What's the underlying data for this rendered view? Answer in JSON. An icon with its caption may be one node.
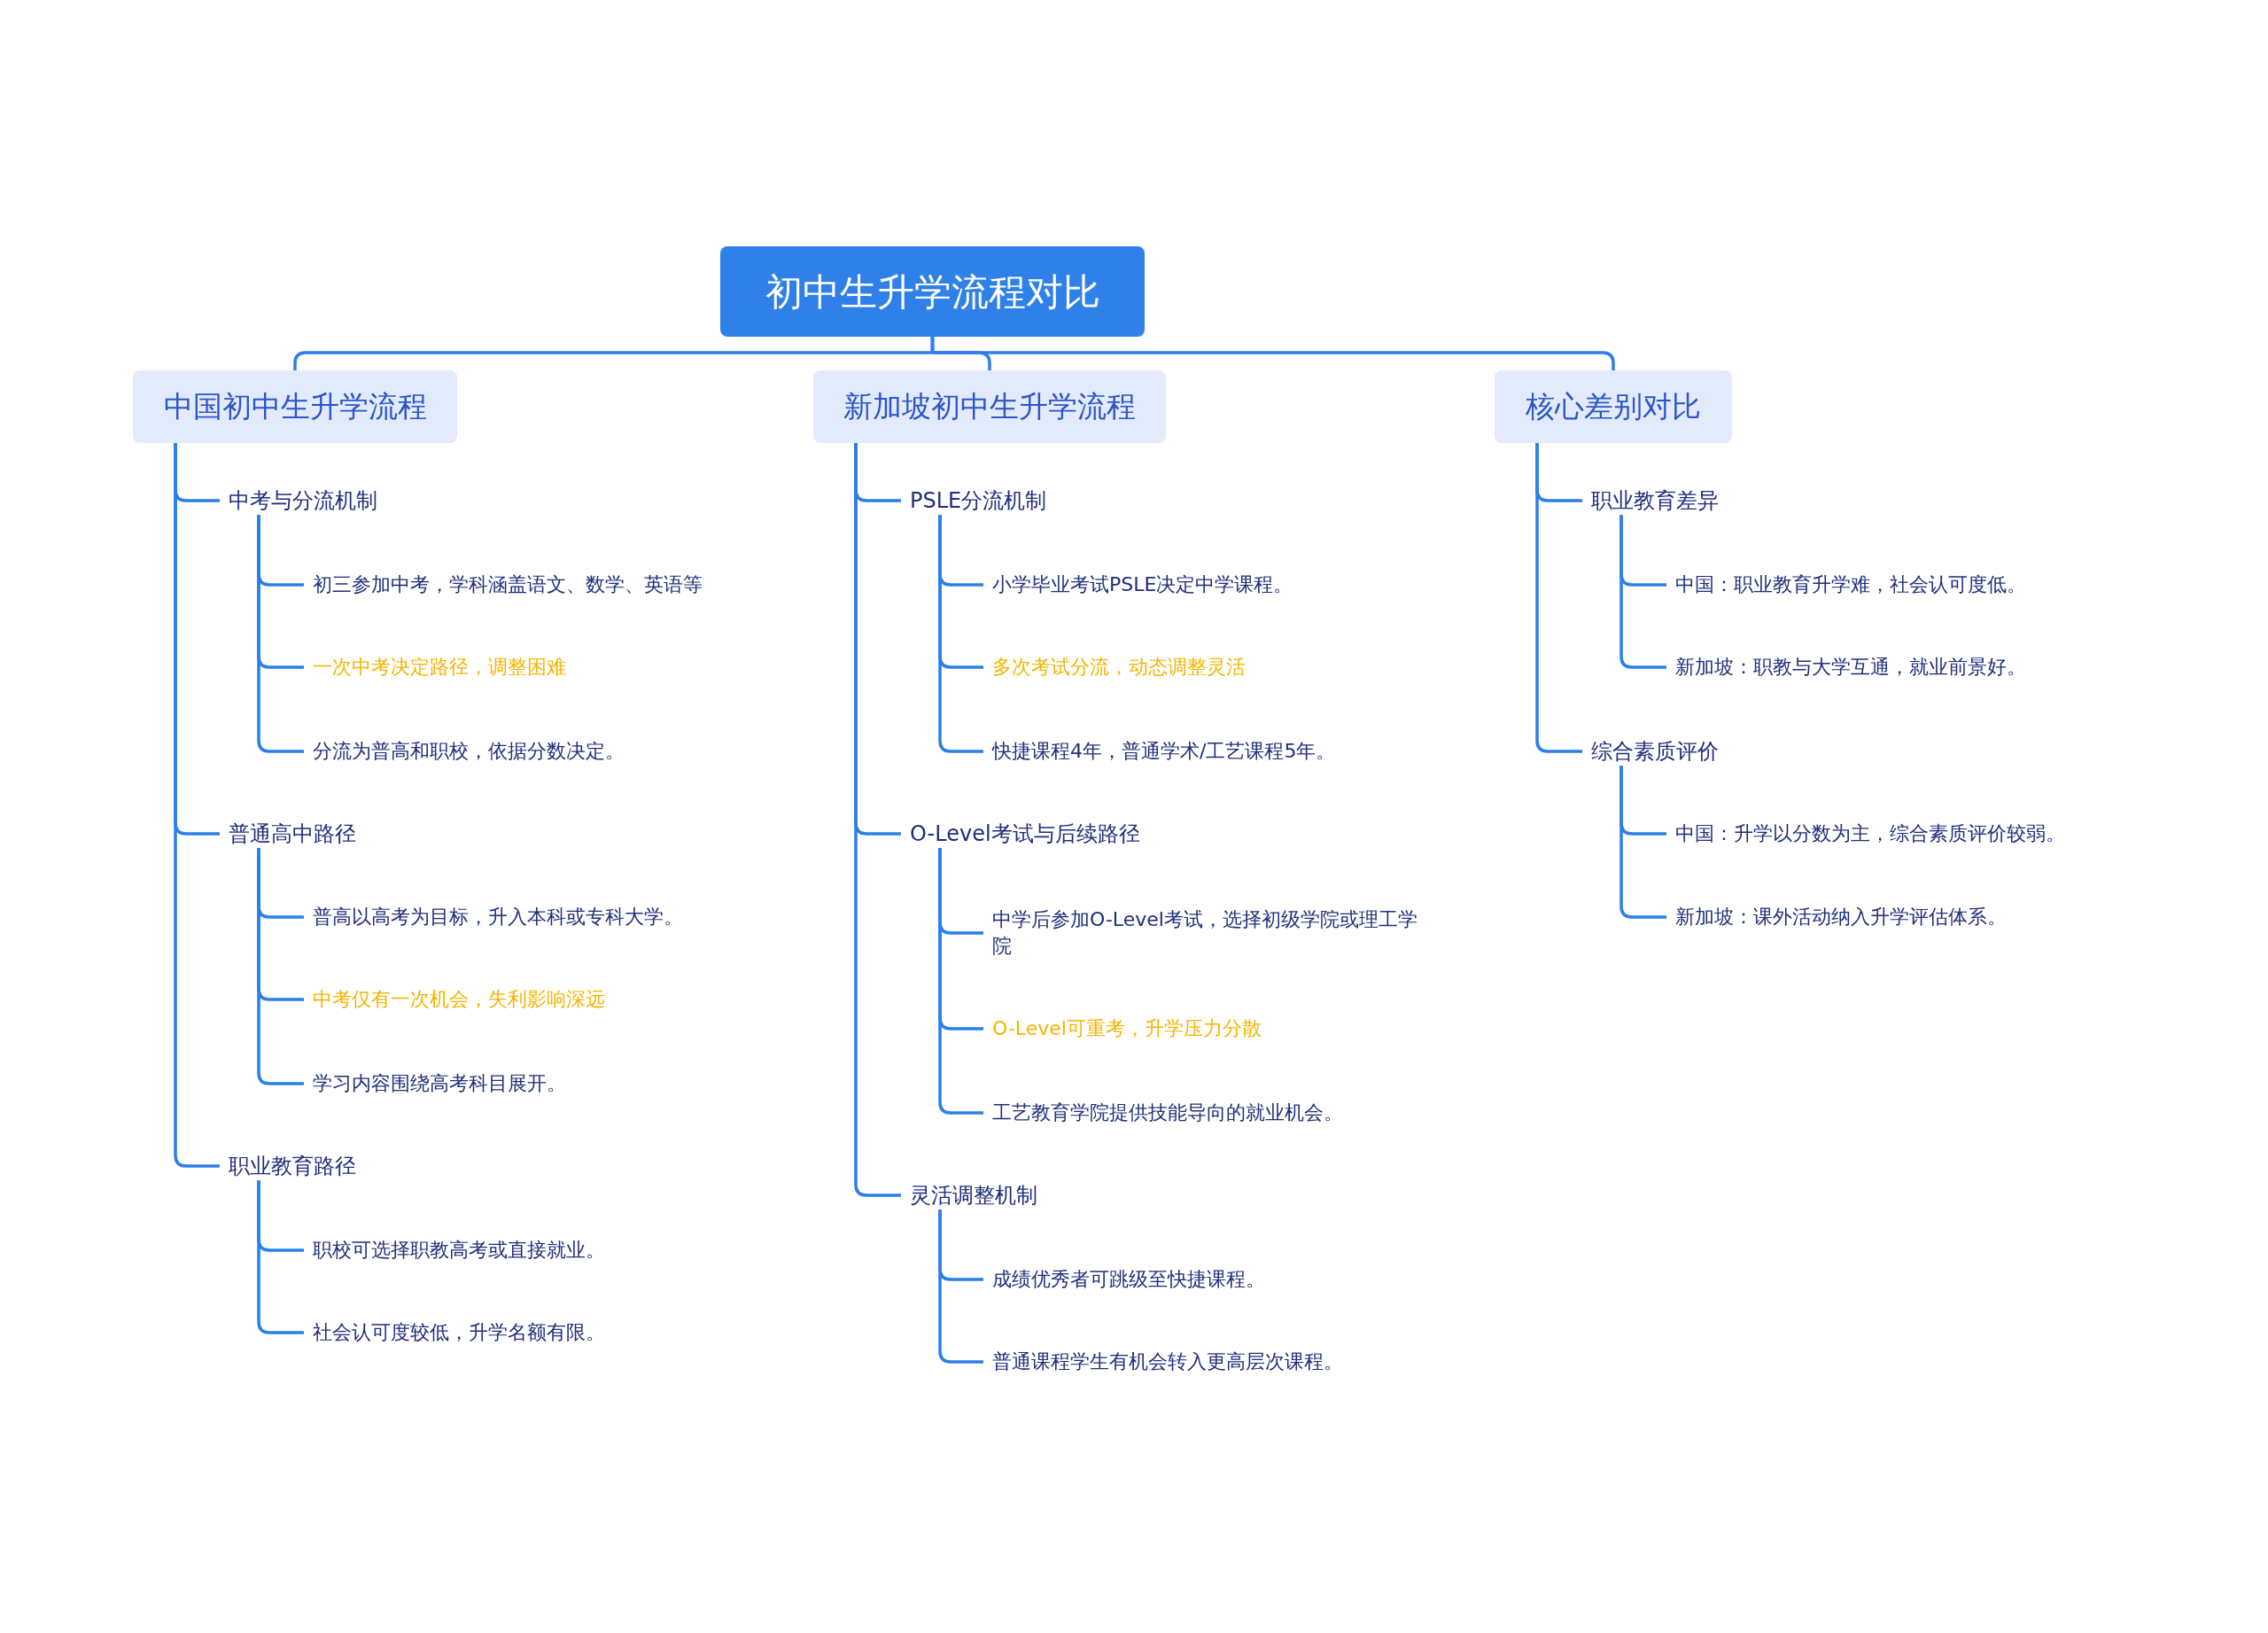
{
  "diagram": {
    "nodes": [
      {
        "text": [
          "初中生升学流程对比"
        ]
      },
      {
        "text": [
          "中国初中生升学流程"
        ]
      },
      {
        "text": [
          "中考与分流机制"
        ]
      },
      {
        "text": [
          "初三参加中考，学科涵盖语文、数学、英语等"
        ]
      },
      {
        "text": [
          "一次中考决定路径，调整困难"
        ]
      },
      {
        "text": [
          "分流为普高和职校，依据分数决定。"
        ]
      },
      {
        "text": [
          "普通高中路径"
        ]
      },
      {
        "text": [
          "普高以高考为目标，升入本科或专科大学。"
        ]
      },
      {
        "text": [
          "中考仅有一次机会，失利影响深远"
        ]
      },
      {
        "text": [
          "学习内容围绕高考科目展开。"
        ]
      },
      {
        "text": [
          "职业教育路径"
        ]
      },
      {
        "text": [
          "职校可选择职教高考或直接就业。"
        ]
      },
      {
        "text": [
          "社会认可度较低，升学名额有限。"
        ]
      },
      {
        "text": [
          "新加坡初中生升学流程"
        ]
      },
      {
        "text": [
          "PSLE分流机制"
        ]
      },
      {
        "text": [
          "小学毕业考试PSLE决定中学课程。"
        ]
      },
      {
        "text": [
          "多次考试分流，动态调整灵活"
        ]
      },
      {
        "text": [
          "快捷课程4年，普通学术/工艺课程5年。"
        ]
      },
      {
        "text": [
          "O-Level考试与后续路径"
        ]
      },
      {
        "text": [
          "中学后参加O-Level考试，选择初级学院或理工学院"
        ]
      },
      {
        "text": [
          "O-Level可重考，升学压力分散"
        ]
      },
      {
        "text": [
          "工艺教育学院提供技能导向的就业机会。"
        ]
      },
      {
        "text": [
          "灵活调整机制"
        ]
      },
      {
        "text": [
          "成绩优秀者可跳级至快捷课程。"
        ]
      },
      {
        "text": [
          "普通课程学生有机会转入更高层次课程。"
        ]
      },
      {
        "text": [
          "核心差别对比"
        ]
      },
      {
        "text": [
          "职业教育差异"
        ]
      },
      {
        "text": [
          "中国：职业教育升学难，社会认可度低。"
        ]
      },
      {
        "text": [
          "新加坡：职教与大学互通，就业前景好。"
        ]
      },
      {
        "text": [
          "综合素质评价"
        ]
      },
      {
        "text": [
          "中国：升学以分数为主，综合素质评价较弱。"
        ]
      },
      {
        "text": [
          "新加坡：课外活动纳入升学评估体系。"
        ]
      }
    ],
    "edges": [
      {
        "from": 0,
        "to": 1,
        "arrow": "none"
      },
      {
        "from": 1,
        "to": 2,
        "arrow": "none"
      },
      {
        "from": 2,
        "to": 3,
        "arrow": "none"
      },
      {
        "from": 2,
        "to": 4,
        "arrow": "none"
      },
      {
        "from": 2,
        "to": 5,
        "arrow": "none"
      },
      {
        "from": 1,
        "to": 6,
        "arrow": "none"
      },
      {
        "from": 6,
        "to": 7,
        "arrow": "none"
      },
      {
        "from": 6,
        "to": 8,
        "arrow": "none"
      },
      {
        "from": 6,
        "to": 9,
        "arrow": "none"
      },
      {
        "from": 1,
        "to": 10,
        "arrow": "none"
      },
      {
        "from": 10,
        "to": 11,
        "arrow": "none"
      },
      {
        "from": 10,
        "to": 12,
        "arrow": "none"
      },
      {
        "from": 0,
        "to": 13,
        "arrow": "none"
      },
      {
        "from": 13,
        "to": 14,
        "arrow": "none"
      },
      {
        "from": 14,
        "to": 15,
        "arrow": "none"
      },
      {
        "from": 14,
        "to": 16,
        "arrow": "none"
      },
      {
        "from": 14,
        "to": 17,
        "arrow": "none"
      },
      {
        "from": 13,
        "to": 18,
        "arrow": "none"
      },
      {
        "from": 18,
        "to": 19,
        "arrow": "none"
      },
      {
        "from": 18,
        "to": 20,
        "arrow": "none"
      },
      {
        "from": 18,
        "to": 21,
        "arrow": "none"
      },
      {
        "from": 13,
        "to": 22,
        "arrow": "none"
      },
      {
        "from": 22,
        "to": 23,
        "arrow": "none"
      },
      {
        "from": 22,
        "to": 24,
        "arrow": "none"
      },
      {
        "from": 0,
        "to": 25,
        "arrow": "none"
      },
      {
        "from": 25,
        "to": 26,
        "arrow": "none"
      },
      {
        "from": 26,
        "to": 27,
        "arrow": "none"
      },
      {
        "from": 26,
        "to": 28,
        "arrow": "none"
      },
      {
        "from": 25,
        "to": 29,
        "arrow": "none"
      },
      {
        "from": 29,
        "to": 30,
        "arrow": "none"
      },
      {
        "from": 29,
        "to": 31,
        "arrow": "none"
      }
    ]
  }
}
